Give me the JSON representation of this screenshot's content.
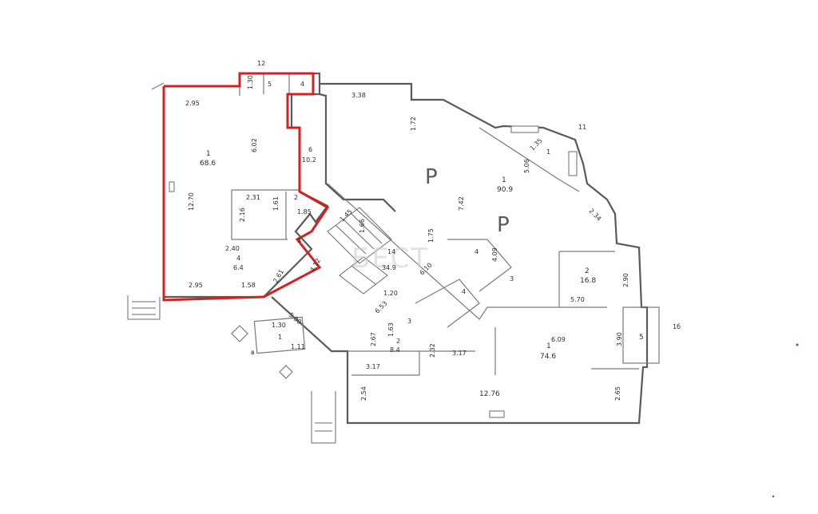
{
  "colors": {
    "walls": "#5a5a5a",
    "highlight": "#d42020",
    "background": "#ffffff",
    "watermark": "#c8ccd6"
  },
  "watermark": "БЕСТ",
  "rooms": [
    {
      "id": "room-1-left",
      "number": "1",
      "area": "68.6"
    },
    {
      "id": "room-2-small",
      "number": "2",
      "area": "1.85"
    },
    {
      "id": "room-3-small",
      "number": "3",
      "area": ""
    },
    {
      "id": "room-4-left",
      "number": "4",
      "area": "6.4"
    },
    {
      "id": "room-5-top",
      "number": "5",
      "area": ""
    },
    {
      "id": "room-4-top",
      "number": "4",
      "area": ""
    },
    {
      "id": "room-6",
      "number": "6",
      "area": "10.2"
    },
    {
      "id": "room-1-right",
      "number": "1",
      "area": "90.9"
    },
    {
      "id": "room-1-stair",
      "number": "1",
      "area": ""
    },
    {
      "id": "room-hall",
      "number": "14",
      "area": "34.9"
    },
    {
      "id": "room-2-right",
      "number": "2",
      "area": "16.8"
    },
    {
      "id": "room-4-mid",
      "number": "4",
      "area": ""
    },
    {
      "id": "room-3-mid",
      "number": "3",
      "area": ""
    },
    {
      "id": "room-4-mid2",
      "number": "4",
      "area": ""
    },
    {
      "id": "room-3-mid2",
      "number": "3",
      "area": ""
    },
    {
      "id": "room-1-lower",
      "number": "1",
      "area": "74.6"
    },
    {
      "id": "room-2-lower",
      "number": "2",
      "area": "8.4"
    },
    {
      "id": "room-5-right",
      "number": "5",
      "area": ""
    },
    {
      "id": "room-1-porch",
      "number": "1",
      "area": ""
    }
  ],
  "dimensions": [
    {
      "id": "d-12",
      "text": "12"
    },
    {
      "id": "d-295-top",
      "text": "2.95"
    },
    {
      "id": "d-602",
      "text": "6.02"
    },
    {
      "id": "d-1270",
      "text": "12.70"
    },
    {
      "id": "d-231",
      "text": "2.31"
    },
    {
      "id": "d-161",
      "text": "1.61"
    },
    {
      "id": "d-216",
      "text": "2.16"
    },
    {
      "id": "d-240",
      "text": "2.40"
    },
    {
      "id": "d-295-bot",
      "text": "2.95"
    },
    {
      "id": "d-158",
      "text": "1.58"
    },
    {
      "id": "d-261",
      "text": "2.61"
    },
    {
      "id": "d-412",
      "text": "4.12"
    },
    {
      "id": "d-500",
      "text": "5.00"
    },
    {
      "id": "d-338",
      "text": "3.38"
    },
    {
      "id": "d-172",
      "text": "1.72"
    },
    {
      "id": "d-135",
      "text": "1.35"
    },
    {
      "id": "d-506",
      "text": "5.06"
    },
    {
      "id": "d-742",
      "text": "7.42"
    },
    {
      "id": "d-234",
      "text": "2.34"
    },
    {
      "id": "d-610",
      "text": "6.10"
    },
    {
      "id": "d-175",
      "text": "1.75"
    },
    {
      "id": "d-409",
      "text": "4.09"
    },
    {
      "id": "d-120",
      "text": "1.20"
    },
    {
      "id": "d-653",
      "text": "6.53"
    },
    {
      "id": "d-570",
      "text": "5.70"
    },
    {
      "id": "d-290",
      "text": "2.90"
    },
    {
      "id": "d-609",
      "text": "6.09"
    },
    {
      "id": "d-390",
      "text": "3.90"
    },
    {
      "id": "d-317a",
      "text": "3.17"
    },
    {
      "id": "d-317b",
      "text": "3.17"
    },
    {
      "id": "d-232",
      "text": "2.32"
    },
    {
      "id": "d-267",
      "text": "2.67"
    },
    {
      "id": "d-163",
      "text": "1.63"
    },
    {
      "id": "d-1276",
      "text": "12.76"
    },
    {
      "id": "d-254",
      "text": "2.54"
    },
    {
      "id": "d-265",
      "text": "2.65"
    },
    {
      "id": "d-130",
      "text": "1.30"
    },
    {
      "id": "d-111",
      "text": "1.11"
    },
    {
      "id": "d-130b",
      "text": "1.30"
    },
    {
      "id": "d-145",
      "text": "1.45"
    },
    {
      "id": "d-166",
      "text": "1.66"
    }
  ],
  "markers": [
    {
      "id": "m-11",
      "text": "11"
    },
    {
      "id": "m-1b",
      "text": "1б"
    },
    {
      "id": "m-b",
      "text": "в"
    }
  ],
  "symbols": [
    {
      "id": "s-r",
      "text": "Р"
    },
    {
      "id": "s-p",
      "text": "Р"
    }
  ]
}
